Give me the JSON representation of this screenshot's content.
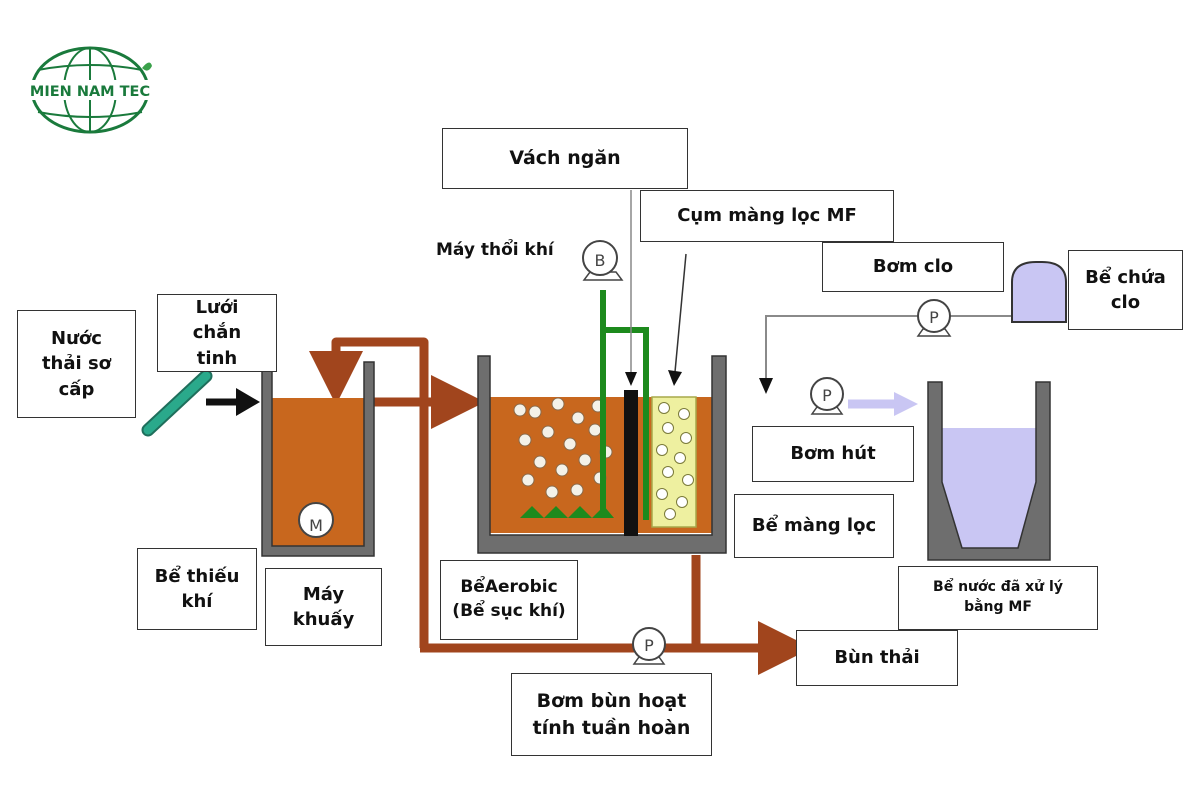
{
  "logo": {
    "text": "MIEN NAM TEC"
  },
  "labels": {
    "vach_ngan": "Vách ngăn",
    "cum_mang_loc": "Cụm màng lọc MF",
    "may_thoi_khi": "Máy thổi khí",
    "bom_clo": "Bơm clo",
    "be_chua_clo": "Bể chứa clo",
    "nuoc_thai": "Nước thải sơ cấp",
    "luoi_chan_tinh": "Lưới chắn tinh",
    "bom_hut": "Bơm hút",
    "be_mang_loc": "Bể màng lọc",
    "be_thieu_khi": "Bể thiếu khí",
    "may_khuay": "Máy khuấy",
    "be_aerobic": "BểAerobic (Bể sục khí)",
    "be_nuoc_xu_ly": "Bể nước đã xử lý bằng MF",
    "bun_thai": "Bùn thải",
    "bom_bun": "Bơm bùn hoạt tính tuần hoàn"
  },
  "equipment": {
    "blower_letter": "B",
    "pump_letter": "P",
    "mixer_letter": "M"
  },
  "colors": {
    "brand_green": "#1a7a3c",
    "sludge_orange": "#c8671e",
    "pipe_brown": "#a1451d",
    "air_green": "#1d8a1d",
    "treated_water": "#c9c6f3",
    "clo_tank": "#c9c6f3",
    "screen_teal": "#2aa98b",
    "tank_grey": "#6e6e6e"
  }
}
